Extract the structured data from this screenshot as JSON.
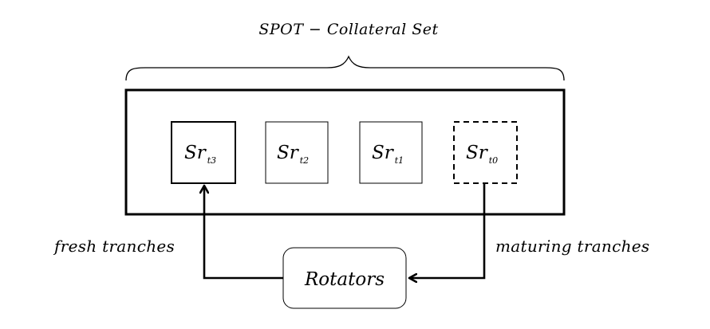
{
  "diagram": {
    "title": "SPOT − Collateral Set",
    "boxes": [
      {
        "main": "Sr",
        "sub": "t3",
        "style": "solid-thick"
      },
      {
        "main": "Sr",
        "sub": "t2",
        "style": "solid-thin"
      },
      {
        "main": "Sr",
        "sub": "t1",
        "style": "solid-thin"
      },
      {
        "main": "Sr",
        "sub": "t0",
        "style": "dashed"
      }
    ],
    "rotators_label": "Rotators",
    "left_label": "fresh tranches",
    "right_label": "maturing tranches"
  }
}
